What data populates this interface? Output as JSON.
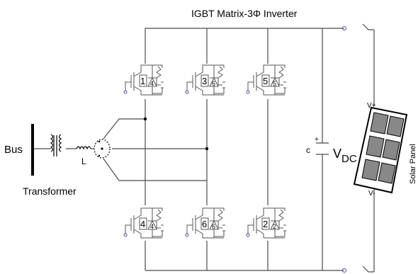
{
  "title": "IGBT Matrix-3Φ Inverter",
  "labels": {
    "bus": "Bus",
    "inductor": "L",
    "transformer": "Transformer",
    "vdc_main": "V",
    "vdc_sub": "DC",
    "capacitor_polarity": "+",
    "solar_panel": "Solar Panel",
    "panel_pos": "V+",
    "panel_neg": "V-"
  },
  "switches": {
    "top": [
      {
        "number": "1",
        "diode_number": "4"
      },
      {
        "number": "3",
        "diode_number": "6"
      },
      {
        "number": "5",
        "diode_number": "5"
      }
    ],
    "bottom": [
      {
        "number": "4",
        "diode_number": "4"
      },
      {
        "number": "6",
        "diode_number": "6"
      },
      {
        "number": "2",
        "diode_number": "2"
      }
    ]
  },
  "colors": {
    "wire": "#4a4a4a",
    "panel_cell": "#888888",
    "panel_frame": "#000000",
    "terminal": "#4a4aa8"
  }
}
